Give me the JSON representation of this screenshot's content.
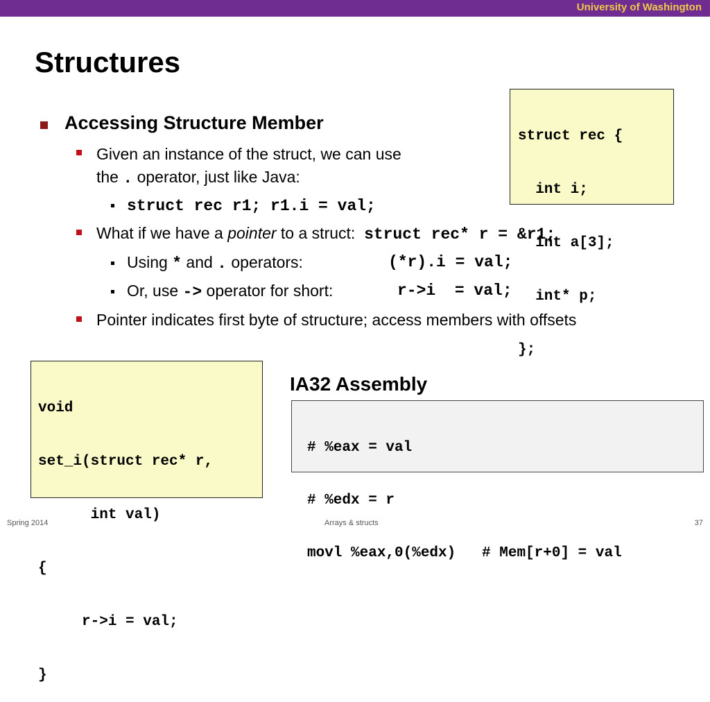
{
  "header": {
    "institution": "University of Washington"
  },
  "title": "Structures",
  "bullet1": "Accessing Structure Member",
  "sub1": {
    "line1": "Given an instance of the struct, we can use",
    "line2_pre": "the ",
    "line2_op": ".",
    "line2_post": " operator, just like Java:"
  },
  "code1": "struct rec r1;  r1.i = val;",
  "sub2": {
    "pre": "What if we have a ",
    "italic": "pointer",
    "post": " to a struct:  ",
    "code": "struct rec* r = &r1;"
  },
  "sub2a": {
    "pre": "Using ",
    "op1": "*",
    "mid": " and ",
    "op2": ".",
    "post": " operators:",
    "code": "(*r).i = val;"
  },
  "sub2b": {
    "pre": "Or, use ",
    "op": "->",
    "post": " operator for short:",
    "code": "r->i  = val;"
  },
  "sub3": "Pointer indicates first byte of structure; access members with offsets",
  "struct_box": [
    "struct rec {",
    "  int i;",
    "  int a[3];",
    "  int* p;",
    "};"
  ],
  "func_box": [
    "void",
    "set_i(struct rec* r,",
    "      int val)",
    "{",
    "     r->i = val;",
    "}"
  ],
  "asm_title": "IA32 Assembly",
  "asm_lines": [
    "# %eax = val",
    "# %edx = r",
    "movl %eax,0(%edx)   # Mem[r+0] = val"
  ],
  "footer": {
    "left": "Spring 2014",
    "center": "Arrays & structs",
    "right": "37"
  }
}
